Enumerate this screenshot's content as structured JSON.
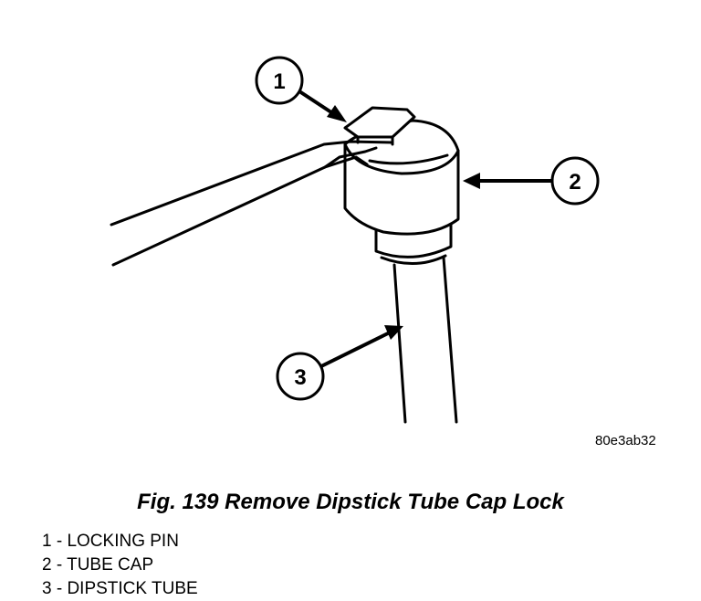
{
  "callouts": [
    {
      "number": "1"
    },
    {
      "number": "2"
    },
    {
      "number": "3"
    }
  ],
  "figure_id": "80e3ab32",
  "caption": "Fig. 139 Remove Dipstick Tube Cap Lock",
  "legend": [
    {
      "text": "1 - LOCKING PIN"
    },
    {
      "text": "2 - TUBE CAP"
    },
    {
      "text": "3 - DIPSTICK TUBE"
    }
  ]
}
